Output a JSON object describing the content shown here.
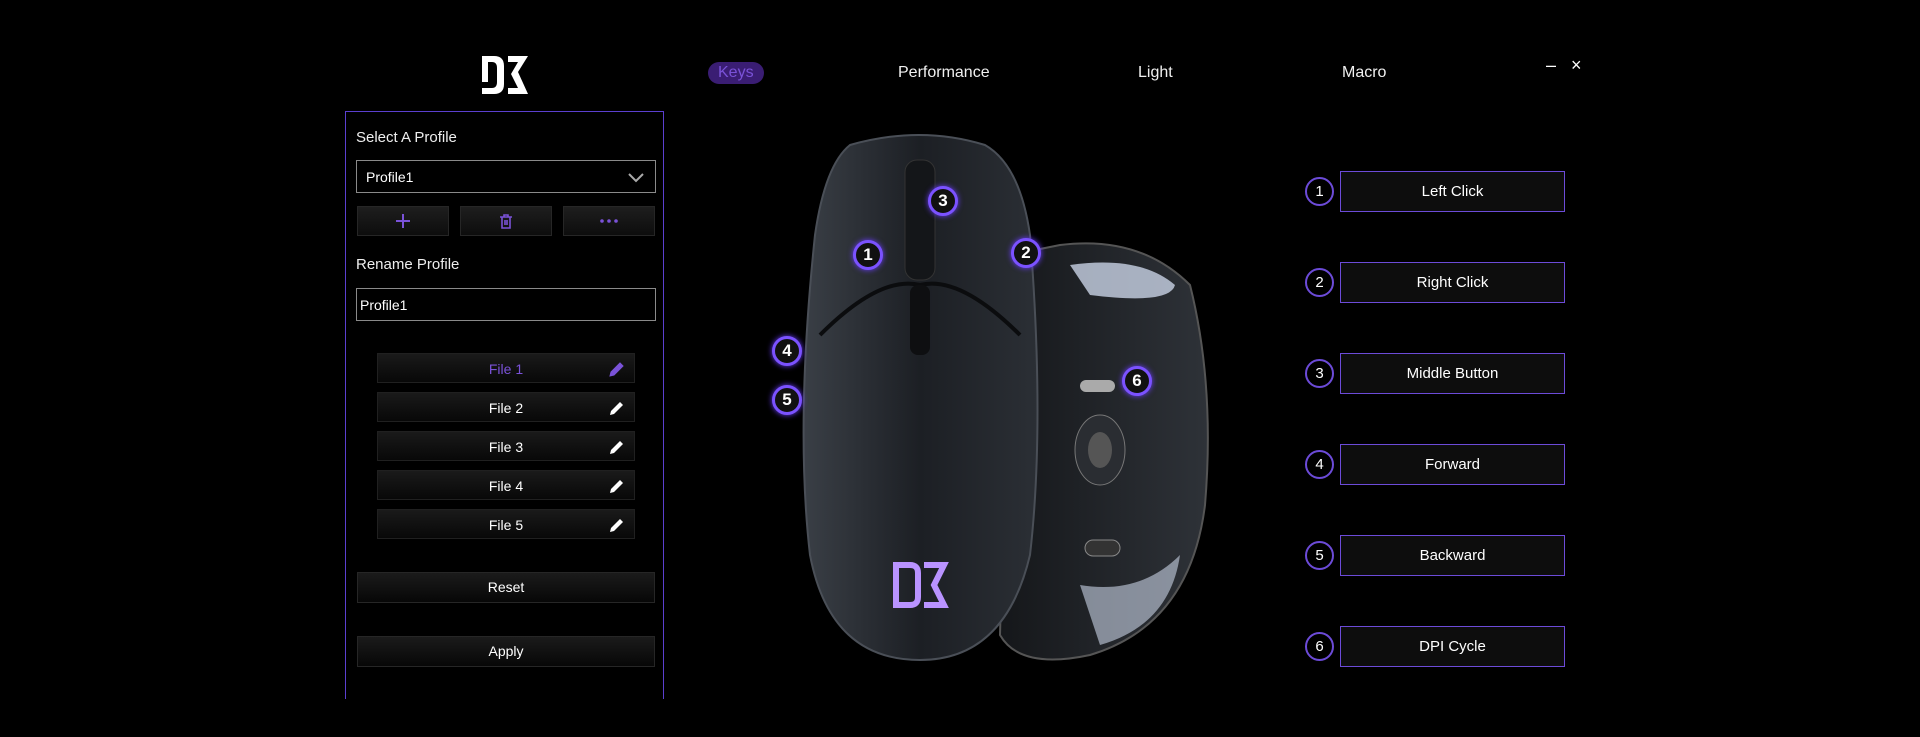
{
  "header": {
    "tabs": [
      {
        "label": "Keys",
        "active": true
      },
      {
        "label": "Performance",
        "active": false
      },
      {
        "label": "Light",
        "active": false
      },
      {
        "label": "Macro",
        "active": false
      }
    ],
    "minimize": "–",
    "close": "×"
  },
  "sidebar": {
    "select_label": "Select A Profile",
    "selected_profile": "Profile1",
    "rename_label": "Rename Profile",
    "rename_value": "Profile1",
    "files": [
      {
        "label": "File 1",
        "active": true
      },
      {
        "label": "File 2",
        "active": false
      },
      {
        "label": "File 3",
        "active": false
      },
      {
        "label": "File 4",
        "active": false
      },
      {
        "label": "File 5",
        "active": false
      }
    ],
    "reset_label": "Reset",
    "apply_label": "Apply"
  },
  "mouse_badges": [
    "1",
    "2",
    "3",
    "4",
    "5",
    "6"
  ],
  "keys": [
    {
      "num": "1",
      "label": "Left Click"
    },
    {
      "num": "2",
      "label": "Right Click"
    },
    {
      "num": "3",
      "label": "Middle Button"
    },
    {
      "num": "4",
      "label": "Forward"
    },
    {
      "num": "5",
      "label": "Backward"
    },
    {
      "num": "6",
      "label": "DPI Cycle"
    }
  ],
  "colors": {
    "accent": "#6c4bd8",
    "background": "#000000",
    "active_tab_bg": "#3a1d73"
  }
}
